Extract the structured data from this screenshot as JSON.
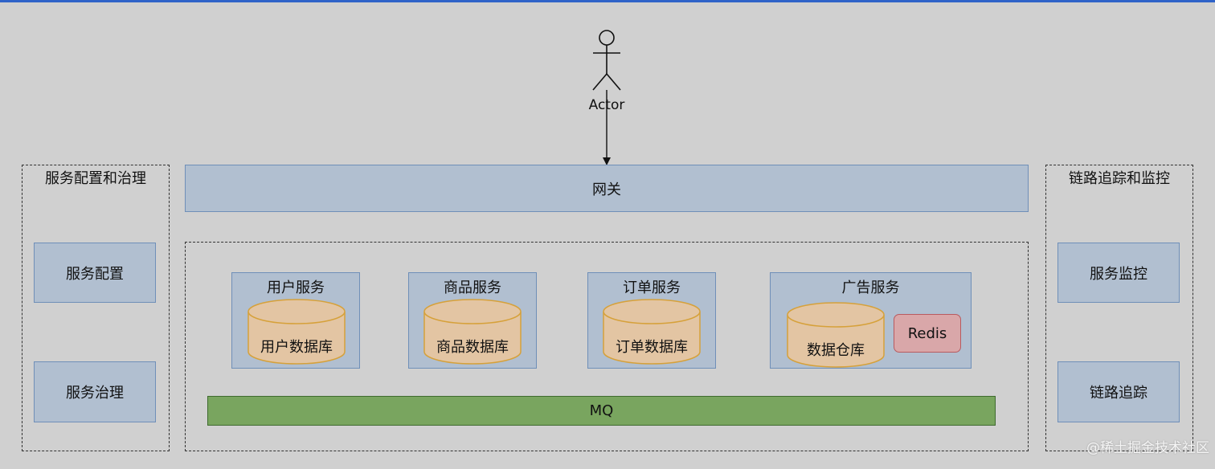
{
  "actor": {
    "label": "Actor"
  },
  "gateway": {
    "label": "网关"
  },
  "left_panel": {
    "title": "服务配置和治理",
    "items": [
      "服务配置",
      "服务治理"
    ]
  },
  "right_panel": {
    "title": "链路追踪和监控",
    "items": [
      "服务监控",
      "链路追踪"
    ]
  },
  "services": [
    {
      "title": "用户服务",
      "db": "用户数据库"
    },
    {
      "title": "商品服务",
      "db": "商品数据库"
    },
    {
      "title": "订单服务",
      "db": "订单数据库"
    },
    {
      "title": "广告服务",
      "db": "数据仓库",
      "cache": "Redis"
    }
  ],
  "mq": {
    "label": "MQ"
  },
  "footer_brand": {
    "text": "@稀土掘金技术社区"
  },
  "colors": {
    "box_fill": "#b1bfd0",
    "box_stroke": "#6f8fb8",
    "db_fill": "#e3c5a3",
    "db_stroke": "#d6a13a",
    "mq_fill": "#79a55f",
    "redis_fill": "#d9a7a9"
  }
}
